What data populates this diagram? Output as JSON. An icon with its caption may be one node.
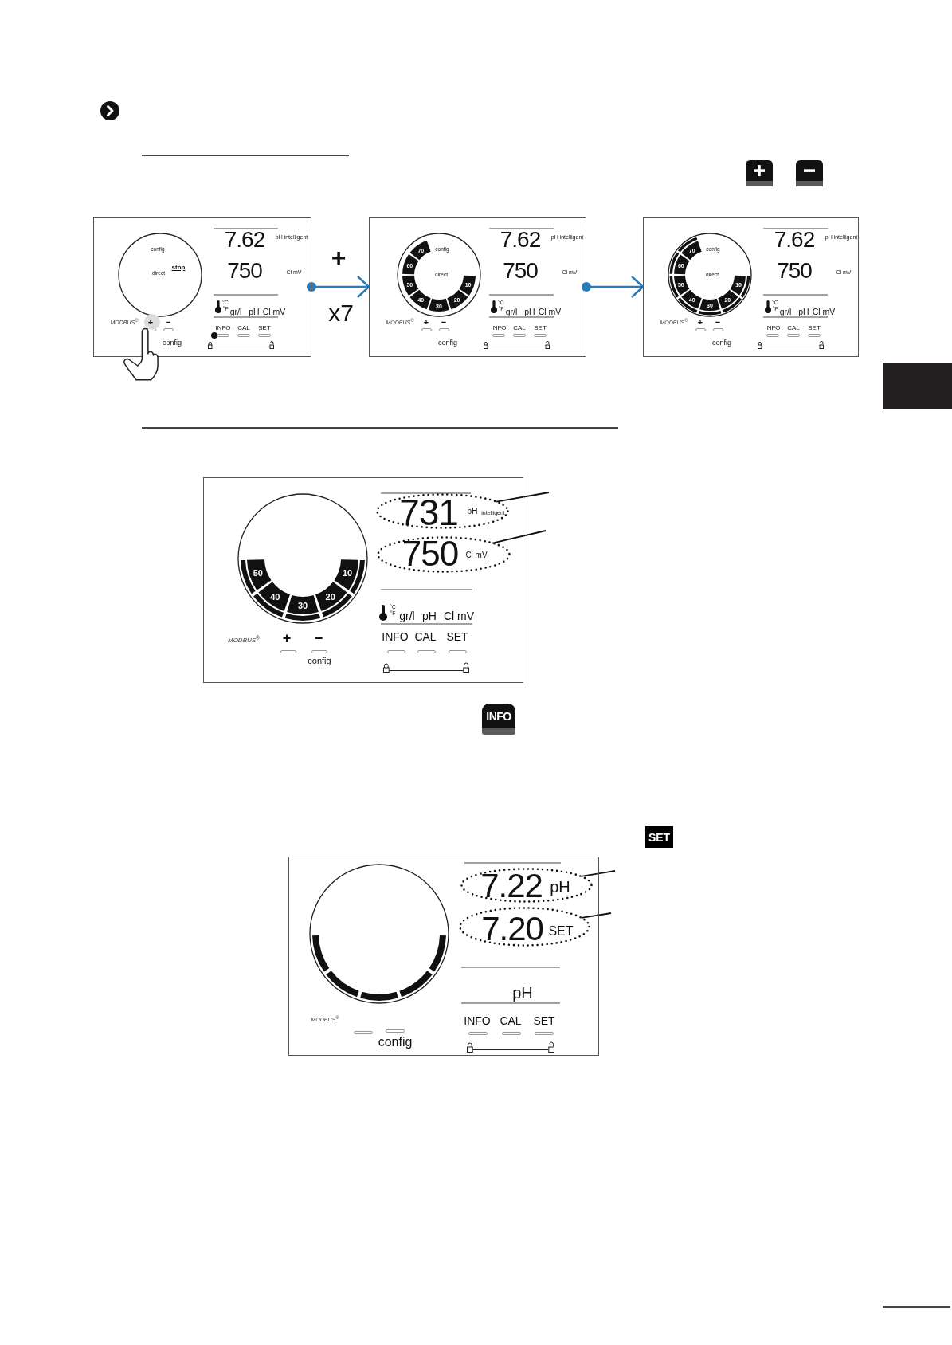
{
  "diagram": {
    "nodes": [
      {
        "text": [
          "config",
          "stop",
          "direct",
          "MODBUS$^{®}$",
          "+",
          "−",
          "config",
          "7.62",
          "pH intelligent",
          "750",
          "Cl mV",
          "°C",
          "°F",
          "gr/l",
          "pH",
          "Cl mV",
          "INFO",
          "CAL",
          "SET"
        ]
      },
      {
        "text": [
          "70",
          "config",
          "60",
          "direct",
          "50",
          "10",
          "40",
          "20",
          "30",
          "MODBUS$^{®}$",
          "+",
          "−",
          "config",
          "7.62",
          "pH intelligent",
          "750",
          "Cl mV",
          "°C",
          "°F",
          "gr/l",
          "pH",
          "Cl mV",
          "INFO",
          "CAL",
          "SET"
        ]
      },
      {
        "text": [
          "70",
          "config",
          "60",
          "direct",
          "50",
          "10",
          "40",
          "20",
          "30",
          "MODBUS$^{®}$",
          "+",
          "−",
          "config",
          "7.62",
          "pH intelligent",
          "750",
          "Cl mV",
          "°C",
          "°F",
          "gr/l",
          "pH",
          "Cl mV",
          "INFO",
          "CAL",
          "SET"
        ]
      },
      {
        "text": [
          "50",
          "10",
          "40",
          "20",
          "30",
          "MODBUS$^{®}$",
          "+",
          "−",
          "config",
          "°C",
          "°F",
          "gr/l",
          "pH",
          "Cl mV",
          "INFO",
          "CAL",
          "SET"
        ]
      },
      {
        "text": [
          "731",
          "pH",
          "intelligent"
        ],
        "in": 3
      },
      {
        "text": [
          "750",
          "Cl mV"
        ],
        "in": 3
      },
      {
        "text": [
          "MODBUS$^{®}$",
          "config",
          "pH",
          "INFO",
          "CAL",
          "SET"
        ]
      },
      {
        "text": [
          "7.22",
          "pH"
        ],
        "in": 6
      },
      {
        "text": [
          "7.20",
          "SET"
        ],
        "in": 6
      },
      {
        "text": [],
        "shape": "box"
      }
    ],
    "edges": [
      {
        "from": 0,
        "to": 1,
        "arrow": "to",
        "label": "x7",
        "color": "#2a7ab8"
      },
      {
        "from": 1,
        "to": 2,
        "arrow": "to",
        "color": "#2a7ab8"
      },
      {
        "from": null,
        "to": 4,
        "arrow": "none"
      },
      {
        "from": null,
        "to": 5,
        "arrow": "none"
      },
      {
        "from": null,
        "to": 7,
        "arrow": "none"
      },
      {
        "from": null,
        "to": 8,
        "arrow": "none"
      }
    ],
    "labels": [
      "+",
      "INFO",
      "SET"
    ]
  }
}
